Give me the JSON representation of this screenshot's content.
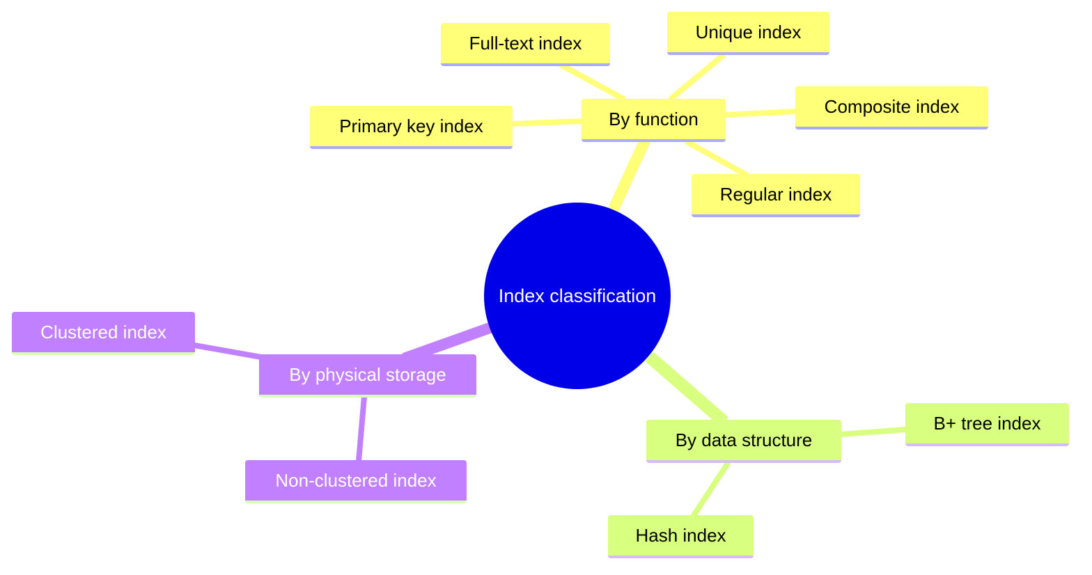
{
  "root": {
    "label": "Index classification",
    "color": "#0000e8"
  },
  "branches": {
    "by_function": {
      "label": "By function",
      "color": "#ffff78",
      "children": [
        "Full-text index",
        "Unique index",
        "Primary key index",
        "Composite index",
        "Regular index"
      ]
    },
    "by_physical_storage": {
      "label": "By physical storage",
      "color": "#c080ff",
      "children": [
        "Clustered index",
        "Non-clustered index"
      ]
    },
    "by_data_structure": {
      "label": "By data structure",
      "color": "#d9ff80",
      "children": [
        "B+ tree index",
        "Hash index"
      ]
    }
  }
}
